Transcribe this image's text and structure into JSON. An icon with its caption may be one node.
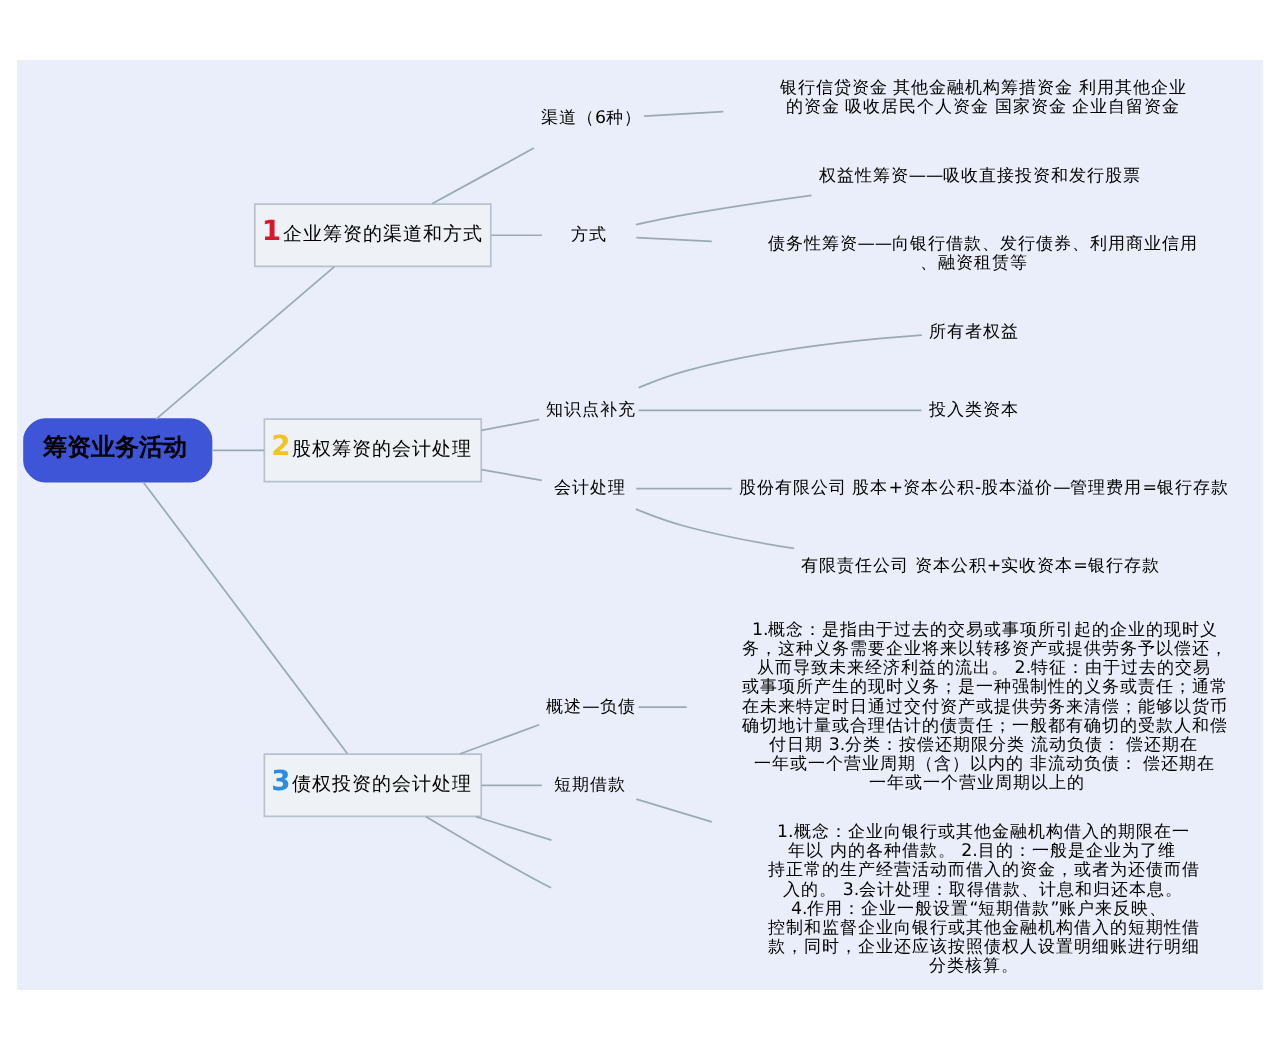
{
  "diagram": {
    "nodes": [
      {
        "text": [
          "筹资业务活动"
        ]
      },
      {
        "text": [
          "1",
          "企业筹资的渠道和方式"
        ]
      },
      {
        "text": [
          "渠道（6种）"
        ]
      },
      {
        "text": [
          "银行信贷资金 其他金融机构筹措资金 利用其他企业的资金 吸收居民个人资金 国家资金 企业自留资金"
        ]
      },
      {
        "text": [
          "方式"
        ]
      },
      {
        "text": [
          "权益性筹资——吸收直接投资和发行股票"
        ]
      },
      {
        "text": [
          "债务性筹资——向银行借款、发行债券、利用商业信用、融资租赁等"
        ]
      },
      {
        "text": [
          "2",
          "股权筹资的会计处理"
        ]
      },
      {
        "text": [
          "知识点补充"
        ]
      },
      {
        "text": [
          "所有者权益"
        ]
      },
      {
        "text": [
          "投入类资本"
        ]
      },
      {
        "text": [
          "会计处理"
        ]
      },
      {
        "text": [
          "股份有限公司 股本+资本公积-股本溢价—管理费用=银行存款"
        ]
      },
      {
        "text": [
          "有限责任公司 资本公积+实收资本=银行存款"
        ]
      },
      {
        "text": [
          "3",
          "债权投资的会计处理"
        ]
      },
      {
        "text": [
          "概述—负债"
        ]
      },
      {
        "text": [
          "1.概念：是指由于过去的交易或事项所引起的企业的现时义务，这种义务需要企业将来以转移资产或提供劳务予以偿还，从而导致未来经济利益的流出。 2.特征：由于过去的交易或事项所产生的现时义务；是一种强制性的义务或责任；通常在未来特定时日通过交付资产或提供劳务来清偿；能够以货币确切地计量或合理估计的债责任；一般都有确切的受款人和偿付日期 3.分类：按偿还期限分类 流动负债： 偿还期在一年或一个营业周期（含）以内的 非流动负债： 偿还期在一年或一个营业周期以上的"
        ]
      },
      {
        "text": [
          "短期借款"
        ]
      },
      {
        "text": [
          "1.概念：企业向银行或其他金融机构借入的期限在一年以 内的各种借款。 2.目的：一般是企业为了维持正常的生产经营活动而借入的资金，或者为还债而借入的。 3.会计处理：取得借款、计息和归还本息。 4.作用：企业一般设置“短期借款”账户来反映、控制和监督企业向银行或其他金融机构借入的短期性借款，同时，企业还应该按照债权人设置明细账进行明细分类核算。"
        ]
      }
    ],
    "edges": [
      {
        "from": 0,
        "to": 1,
        "arrow": "none"
      },
      {
        "from": 1,
        "to": 2,
        "arrow": "none"
      },
      {
        "from": 2,
        "to": 3,
        "arrow": "none"
      },
      {
        "from": 1,
        "to": 4,
        "arrow": "none"
      },
      {
        "from": 4,
        "to": 5,
        "arrow": "none"
      },
      {
        "from": 4,
        "to": 6,
        "arrow": "none"
      },
      {
        "from": 0,
        "to": 7,
        "arrow": "none"
      },
      {
        "from": 7,
        "to": 8,
        "arrow": "none"
      },
      {
        "from": 8,
        "to": 9,
        "arrow": "none"
      },
      {
        "from": 8,
        "to": 10,
        "arrow": "none"
      },
      {
        "from": 7,
        "to": 11,
        "arrow": "none"
      },
      {
        "from": 11,
        "to": 12,
        "arrow": "none"
      },
      {
        "from": 11,
        "to": 13,
        "arrow": "none"
      },
      {
        "from": 0,
        "to": 14,
        "arrow": "none"
      },
      {
        "from": 14,
        "to": 15,
        "arrow": "none"
      },
      {
        "from": 15,
        "to": 16,
        "arrow": "none"
      },
      {
        "from": 14,
        "to": 17,
        "arrow": "none"
      },
      {
        "from": 17,
        "to": 18,
        "arrow": "none"
      },
      {
        "from": 14,
        "to": null,
        "arrow": "none"
      },
      {
        "from": 14,
        "to": null,
        "arrow": "none"
      }
    ]
  }
}
